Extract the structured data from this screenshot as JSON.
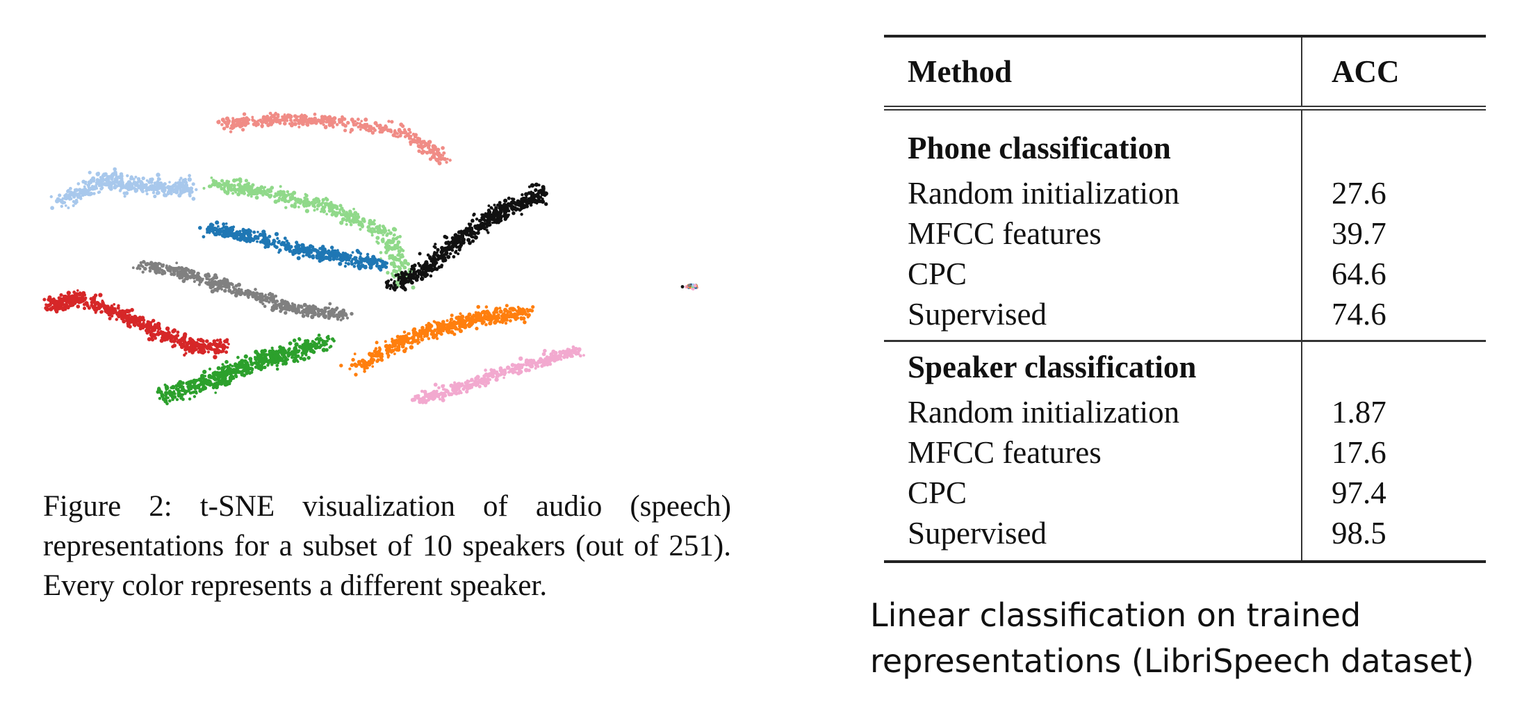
{
  "figure": {
    "caption": "Figure 2: t-SNE visualization of audio (speech) representations for a subset of 10 speakers (out of 251). Every color represents a different speaker.",
    "colors": {
      "salmon": "#f08c86",
      "light_green": "#90d98a",
      "light_blue": "#a8c8ec",
      "blue": "#1f77b4",
      "black": "#111111",
      "gray": "#808080",
      "red": "#d62728",
      "green": "#2ca02c",
      "orange": "#ff7f0e",
      "pink": "#f2a9cf"
    }
  },
  "table": {
    "header": {
      "method": "Method",
      "acc": "ACC"
    },
    "sections": [
      {
        "title": "Phone classification",
        "rows": [
          {
            "method": "Random initialization",
            "acc": "27.6"
          },
          {
            "method": "MFCC features",
            "acc": "39.7"
          },
          {
            "method": "CPC",
            "acc": "64.6"
          },
          {
            "method": "Supervised",
            "acc": "74.6"
          }
        ]
      },
      {
        "title": "Speaker classification",
        "rows": [
          {
            "method": "Random initialization",
            "acc": "1.87"
          },
          {
            "method": "MFCC features",
            "acc": "17.6"
          },
          {
            "method": "CPC",
            "acc": "97.4"
          },
          {
            "method": "Supervised",
            "acc": "98.5"
          }
        ]
      }
    ],
    "caption": "Linear classification on trained representations (LibriSpeech dataset)"
  }
}
